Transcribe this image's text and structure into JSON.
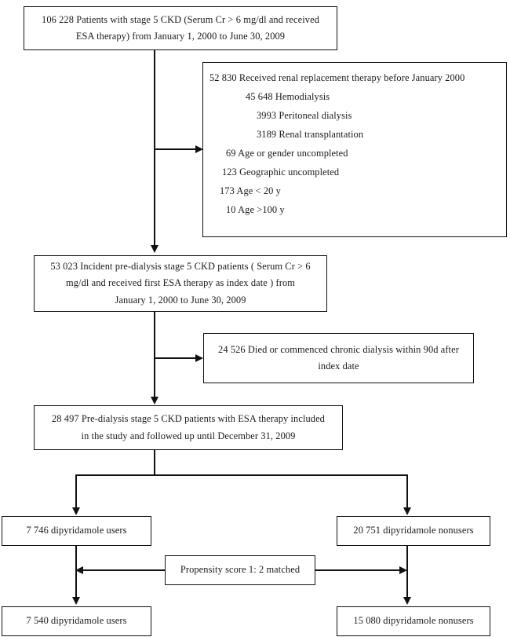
{
  "diagram": {
    "type": "flowchart",
    "title": "CKD cohort selection flow diagram",
    "colors": {
      "stroke": "#111111",
      "background": "#ffffff",
      "text": "#1a1a1a"
    }
  },
  "nodes": {
    "cohort_source": {
      "id": "box-1",
      "lines": [
        "106 228 Patients with stage 5 CKD (Serum Cr > 6 mg/dl and received",
        "ESA therapy) from January 1, 2000 to June 30, 2009"
      ]
    },
    "exclusions_first": {
      "id": "box-2",
      "items": [
        {
          "count": "52 830",
          "label": "Received renal replacement therapy before January 2000"
        },
        {
          "count": "45 648",
          "label": "Hemodialysis"
        },
        {
          "count": "3993",
          "label": "Peritoneal dialysis"
        },
        {
          "count": "3189",
          "label": "Renal transplantation"
        },
        {
          "count": "69",
          "label": "Age or gender uncompleted"
        },
        {
          "count": "123",
          "label": "Geographic uncompleted"
        },
        {
          "count": "173",
          "label": "Age < 20 y"
        },
        {
          "count": "10",
          "label": "Age >100 y"
        }
      ]
    },
    "incident_cohort": {
      "id": "box-3",
      "lines": [
        "53 023 Incident pre-dialysis stage 5 CKD patients ( Serum Cr > 6",
        "mg/dl and received first ESA therapy as index date ) from",
        "January 1, 2000 to June 30, 2009"
      ]
    },
    "exclusions_second": {
      "id": "box-4",
      "lines": [
        "24 526 Died or commenced chronic dialysis within 90d after",
        "index date"
      ]
    },
    "study_cohort": {
      "id": "box-5",
      "lines": [
        "28 497 Pre-dialysis stage 5 CKD patients with ESA therapy included",
        "in the study and followed up until December 31, 2009"
      ]
    },
    "users_unmatched": {
      "id": "box-6",
      "lines": [
        "7 746 dipyridamole users"
      ]
    },
    "nonusers_unmatched": {
      "id": "box-7",
      "lines": [
        "20 751 dipyridamole nonusers"
      ]
    },
    "matching_method": {
      "id": "box-8",
      "lines": [
        "Propensity score 1: 2 matched"
      ]
    },
    "users_matched": {
      "id": "box-9",
      "lines": [
        "7 540 dipyridamole users"
      ]
    },
    "nonusers_matched": {
      "id": "box-10",
      "lines": [
        "15 080 dipyridamole nonusers"
      ]
    }
  }
}
